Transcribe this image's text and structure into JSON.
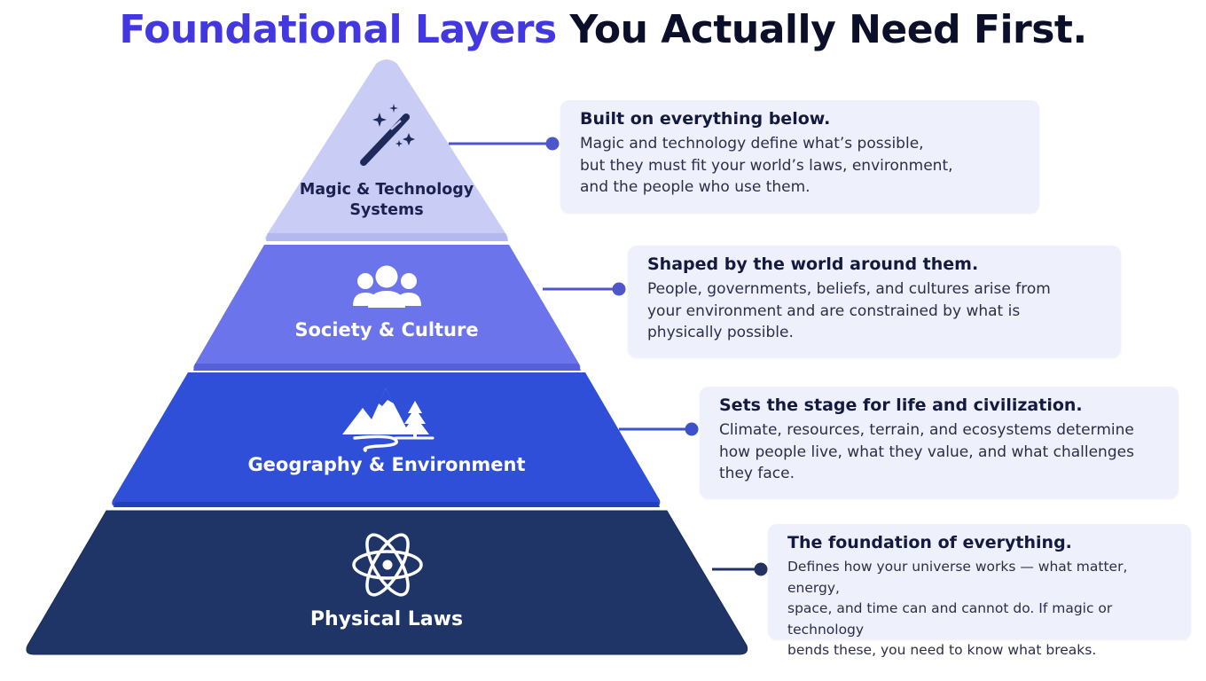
{
  "title": {
    "accent": "Foundational Layers",
    "rest": " You Actually Need First."
  },
  "colors": {
    "accent": "#4338e0",
    "layer_top": "#c9cdf6",
    "layer_society": "#6b74ea",
    "layer_geo": "#2f4fd8",
    "layer_physics": "#1f3467",
    "connector": "#4f56cc"
  },
  "layers": [
    {
      "id": "magic",
      "label_lines": [
        "Magic & Technology",
        "Systems"
      ],
      "icon": "magic-wand-icon",
      "callout_title": "Built on everything below.",
      "callout_lines": [
        "Magic and technology define what’s possible,",
        "but they must fit your world’s laws, environment,",
        "and the people who use them."
      ]
    },
    {
      "id": "society",
      "label_lines": [
        "Society & Culture"
      ],
      "icon": "people-group-icon",
      "callout_title": "Shaped by the world around them.",
      "callout_lines": [
        "People, governments, beliefs, and cultures arise from",
        "your environment and are constrained by what is",
        "physically possible."
      ]
    },
    {
      "id": "geography",
      "label_lines": [
        "Geography & Environment"
      ],
      "icon": "mountain-tree-icon",
      "callout_title": "Sets the stage for life and civilization.",
      "callout_lines": [
        "Climate, resources, terrain, and ecosystems determine",
        "how people live, what they value, and what challenges",
        "they face."
      ]
    },
    {
      "id": "physics",
      "label_lines": [
        "Physical Laws"
      ],
      "icon": "atom-icon",
      "callout_title": "The foundation of everything.",
      "callout_lines": [
        "Defines how your universe works — what matter, energy,",
        "space, and time can and cannot do. If magic or technology",
        "bends these, you need to know what breaks."
      ]
    }
  ]
}
